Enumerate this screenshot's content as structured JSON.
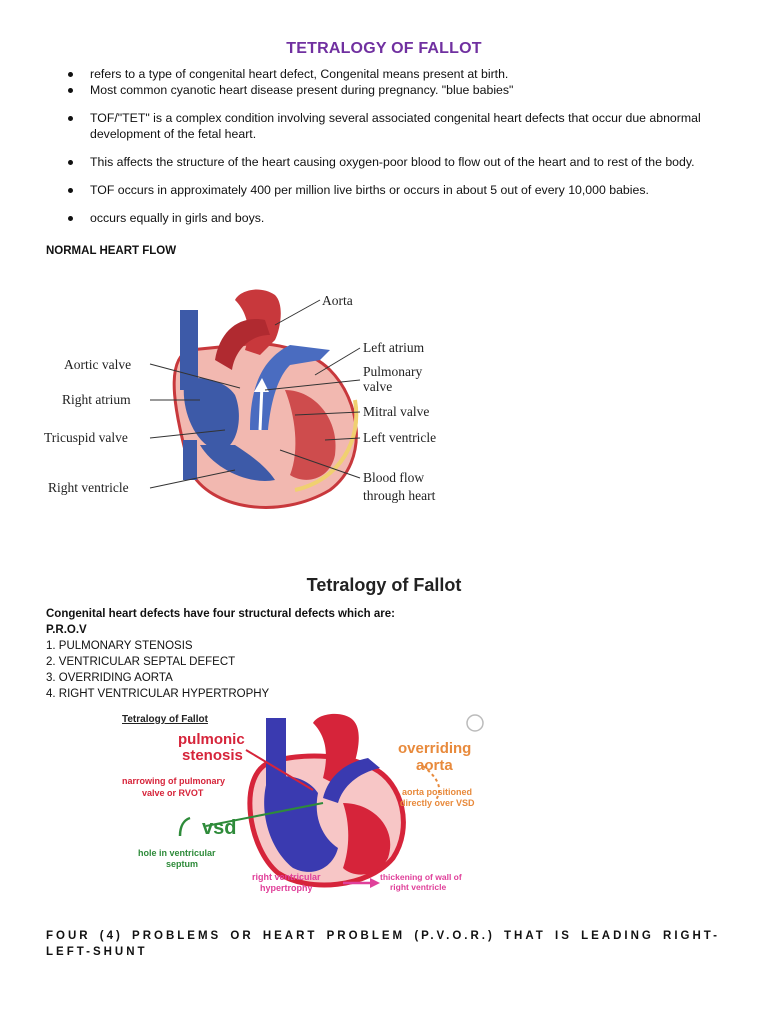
{
  "title": "TETRALOGY OF FALLOT",
  "bullets": [
    "refers to a type of congenital heart defect, Congenital means present at birth.",
    "Most common cyanotic heart disease present during pregnancy. \"blue babies\"",
    "TOF/\"TET\" is a complex condition involving several associated congenital heart defects that occur due abnormal development of the fetal heart.",
    "This affects the structure of the heart causing oxygen-poor blood to flow out of the heart and to rest of the body.",
    "TOF occurs in approximately 400 per million live births or occurs in about 5 out of every 10,000 babies.",
    "occurs equally in girls and boys."
  ],
  "normal_heart_flow_label": "NORMAL HEART FLOW",
  "diagram1": {
    "labels": {
      "aorta": "Aorta",
      "left_atrium": "Left atrium",
      "pulmonary_valve_1": "Pulmonary",
      "pulmonary_valve_2": "valve",
      "mitral_valve": "Mitral valve",
      "left_ventricle": "Left ventricle",
      "blood_flow_1": "Blood flow",
      "blood_flow_2": "through heart",
      "aortic_valve": "Aortic valve",
      "right_atrium": "Right atrium",
      "tricuspid_valve": "Tricuspid valve",
      "right_ventricle": "Right ventricle"
    },
    "colors": {
      "red": "#c8383c",
      "blue": "#3d5aa8",
      "pink": "#f2b8b0",
      "yellow": "#f0d070"
    }
  },
  "section_title": "Tetralogy of Fallot",
  "defects": {
    "intro": "Congenital heart defects have four structural defects which are:",
    "acronym": "P.R.O.V",
    "items": [
      "1. PULMONARY STENOSIS",
      "2. VENTRICULAR SEPTAL DEFECT",
      "3. OVERRIDING AORTA",
      "4. RIGHT VENTRICULAR HYPERTROPHY"
    ]
  },
  "diagram2": {
    "title": "Tetralogy of Fallot",
    "pulmonic_1": "pulmonic",
    "pulmonic_2": "stenosis",
    "narrowing_1": "narrowing of pulmonary",
    "narrowing_2": "valve or RVOT",
    "vsd": "vsd",
    "hole_1": "hole in ventricular",
    "hole_2": "septum",
    "overriding_1": "overriding",
    "overriding_2": "aorta",
    "aorta_pos_1": "aorta positioned",
    "aorta_pos_2": "directly over VSD",
    "rvh_1": "right ventricular",
    "rvh_2": "hypertrophy",
    "thick_1": "thickening of wall of",
    "thick_2": "right ventricle",
    "colors": {
      "red": "#d6243a",
      "green": "#2e8b3a",
      "orange": "#e88a3c",
      "magenta": "#e0409a",
      "blue": "#3a3ab0"
    }
  },
  "four_problems": "FOUR (4) PROBLEMS OR HEART PROBLEM (P.V.O.R.) THAT IS LEADING RIGHT-LEFT-SHUNT"
}
